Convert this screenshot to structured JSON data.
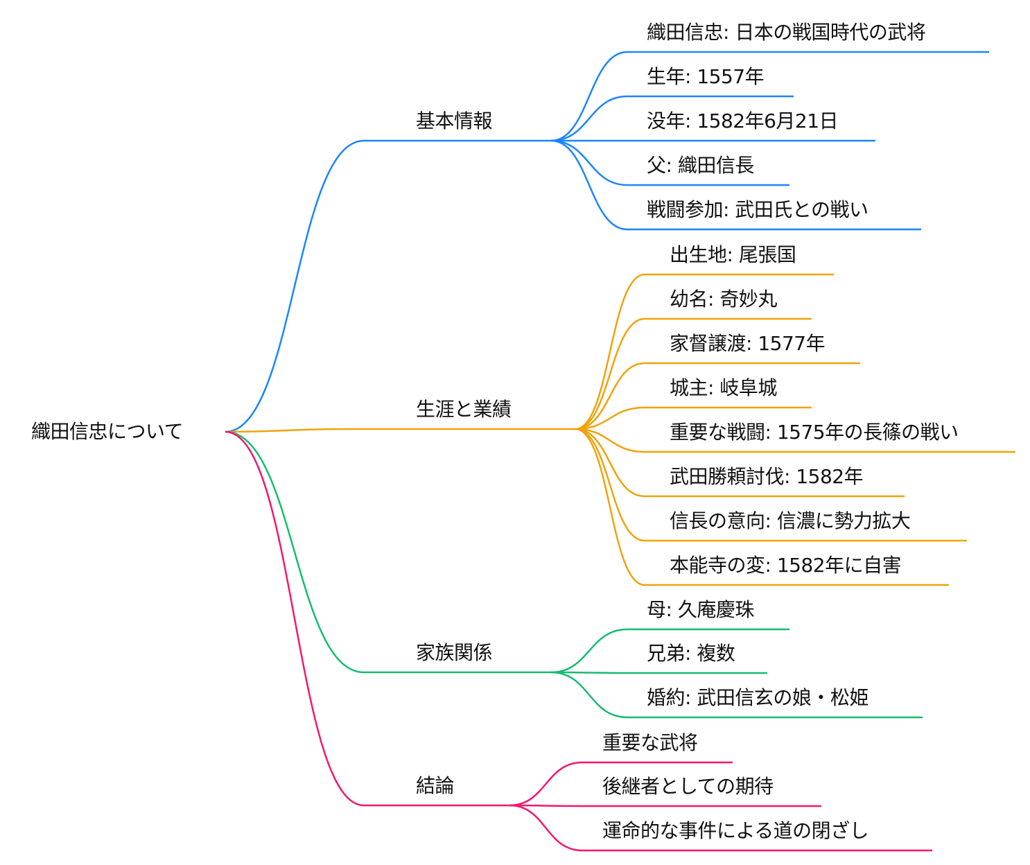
{
  "root": {
    "label": "織田信忠について"
  },
  "branches": [
    {
      "label": "基本情報",
      "color": "#1a85ff",
      "children": [
        "織田信忠: 日本の戦国時代の武将",
        "生年: 1557年",
        "没年: 1582年6月21日",
        "父: 織田信長",
        "戦闘参加: 武田氏との戦い"
      ]
    },
    {
      "label": "生涯と業績",
      "color": "#f0a30a",
      "children": [
        "出生地: 尾張国",
        "幼名: 奇妙丸",
        "家督譲渡: 1577年",
        "城主: 岐阜城",
        "重要な戦闘: 1575年の長篠の戦い",
        "武田勝頼討伐: 1582年",
        "信長の意向: 信濃に勢力拡大",
        "本能寺の変: 1582年に自害"
      ]
    },
    {
      "label": "家族関係",
      "color": "#14bd6e",
      "children": [
        "母: 久庵慶珠",
        "兄弟: 複数",
        "婚約: 武田信玄の娘・松姫"
      ]
    },
    {
      "label": "結論",
      "color": "#f5166e",
      "children": [
        "重要な武将",
        "後継者としての期待",
        "運命的な事件による道の閉ざし"
      ]
    }
  ]
}
